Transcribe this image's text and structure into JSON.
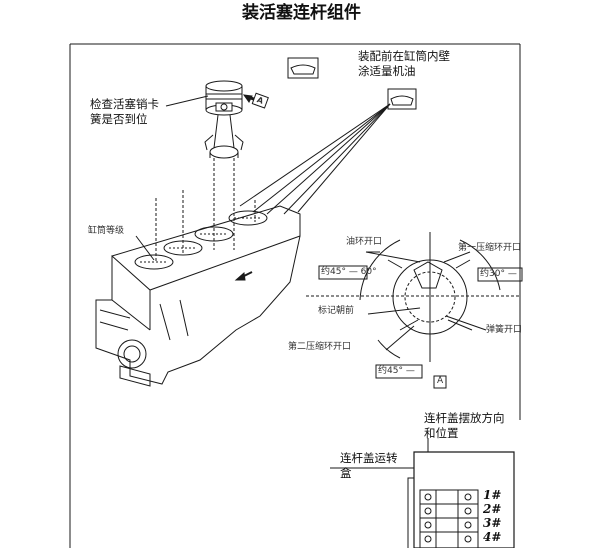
{
  "title": "装活塞连杆组件",
  "labels": {
    "check_pin_line1": "检查活塞销卡",
    "check_pin_line2": "簧是否到位",
    "oil_line1": "装配前在缸筒内壁",
    "oil_line2": "涂适量机油",
    "cylinder_grade": "缸筒等级",
    "view_letter_top": "A",
    "view_letter_bottom": "A",
    "oil_ring_gap": "油环开口",
    "first_ring_gap": "第一压缩环开口",
    "second_ring_gap": "第二压缩环开口",
    "spring_gap": "弹簧开口",
    "mark_forward": "标记朝前",
    "angle_45_60": "约45° — 60°",
    "angle_30": "约30°  —",
    "angle_45": "约45°  —",
    "cap_dir_line1": "连杆盖摆放方向",
    "cap_dir_line2": "和位置",
    "box_line1": "连杆盖运转",
    "box_line2": "盒"
  },
  "slots": [
    "1#",
    "2#",
    "3#",
    "4#"
  ],
  "icons": [
    "oil-can-icon",
    "direction-arrow-icon",
    "view-a-arrow-icon"
  ]
}
